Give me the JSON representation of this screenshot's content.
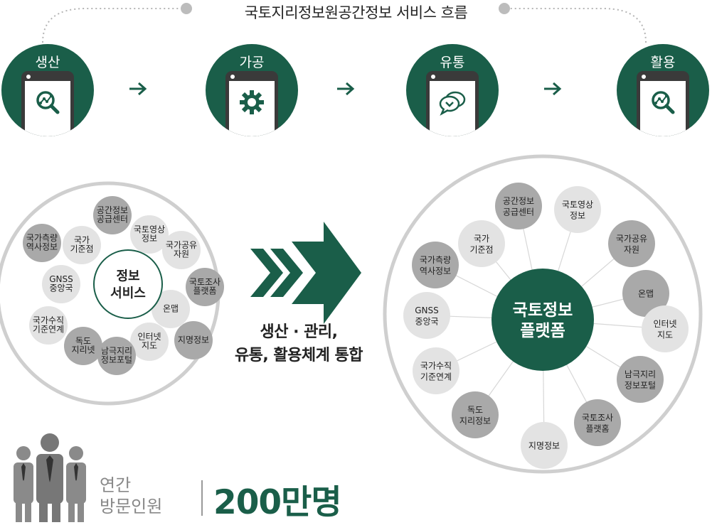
{
  "flow": {
    "title": "국토지리정보원공간정보 서비스 흐름",
    "steps": [
      {
        "label": "생산",
        "icon": "magnifier-chart-icon"
      },
      {
        "label": "가공",
        "icon": "gear-icon"
      },
      {
        "label": "유통",
        "icon": "speech-bubbles-icon"
      },
      {
        "label": "활용",
        "icon": "magnifier-chart-icon"
      }
    ]
  },
  "left_cluster": {
    "center": [
      "정보",
      "서비스"
    ],
    "nodes": [
      {
        "label": [
          "공간정보",
          "공급센터"
        ],
        "tone": "dark"
      },
      {
        "label": [
          "국토영상",
          "정보"
        ],
        "tone": "light"
      },
      {
        "label": [
          "국가공유",
          "자원"
        ],
        "tone": "light"
      },
      {
        "label": [
          "국토조사",
          "플랫폼"
        ],
        "tone": "dark"
      },
      {
        "label": [
          "온맵"
        ],
        "tone": "light"
      },
      {
        "label": [
          "지명정보"
        ],
        "tone": "dark"
      },
      {
        "label": [
          "인터넷",
          "지도"
        ],
        "tone": "light"
      },
      {
        "label": [
          "남극지리",
          "정보포털"
        ],
        "tone": "dark"
      },
      {
        "label": [
          "독도",
          "지리넷"
        ],
        "tone": "dark"
      },
      {
        "label": [
          "국가수직",
          "기준연계"
        ],
        "tone": "light"
      },
      {
        "label": [
          "GNSS",
          "중앙국"
        ],
        "tone": "light"
      },
      {
        "label": [
          "국가측량",
          "역사정보"
        ],
        "tone": "dark"
      },
      {
        "label": [
          "국가",
          "기준점"
        ],
        "tone": "light"
      }
    ]
  },
  "integration": {
    "line1": "생산 · 관리,",
    "line2": "유통, 활용체계 통합"
  },
  "right_cluster": {
    "center": [
      "국토정보",
      "플랫폼"
    ],
    "nodes": [
      {
        "label": [
          "공간정보",
          "공급센터"
        ],
        "tone": "dark"
      },
      {
        "label": [
          "국토영상",
          "정보"
        ],
        "tone": "light"
      },
      {
        "label": [
          "국가공유",
          "자원"
        ],
        "tone": "dark"
      },
      {
        "label": [
          "온맵"
        ],
        "tone": "dark"
      },
      {
        "label": [
          "인터넷",
          "지도"
        ],
        "tone": "light"
      },
      {
        "label": [
          "남극지리",
          "정보포털"
        ],
        "tone": "dark"
      },
      {
        "label": [
          "국토조사",
          "플랫홈"
        ],
        "tone": "dark"
      },
      {
        "label": [
          "지명정보"
        ],
        "tone": "light"
      },
      {
        "label": [
          "독도",
          "지리정보"
        ],
        "tone": "dark"
      },
      {
        "label": [
          "국가수직",
          "기준연계"
        ],
        "tone": "light"
      },
      {
        "label": [
          "GNSS",
          "중앙국"
        ],
        "tone": "light"
      },
      {
        "label": [
          "국가측량",
          "역사정보"
        ],
        "tone": "dark"
      },
      {
        "label": [
          "국가",
          "기준점"
        ],
        "tone": "light"
      }
    ]
  },
  "visitors": {
    "label_line1": "연간",
    "label_line2": "방문인원",
    "count": "200만명"
  },
  "colors": {
    "brand_green": "#1a5e49",
    "node_dark": "#a9a9a9",
    "node_light": "#e3e3e3",
    "ring": "#cfcfcf"
  }
}
